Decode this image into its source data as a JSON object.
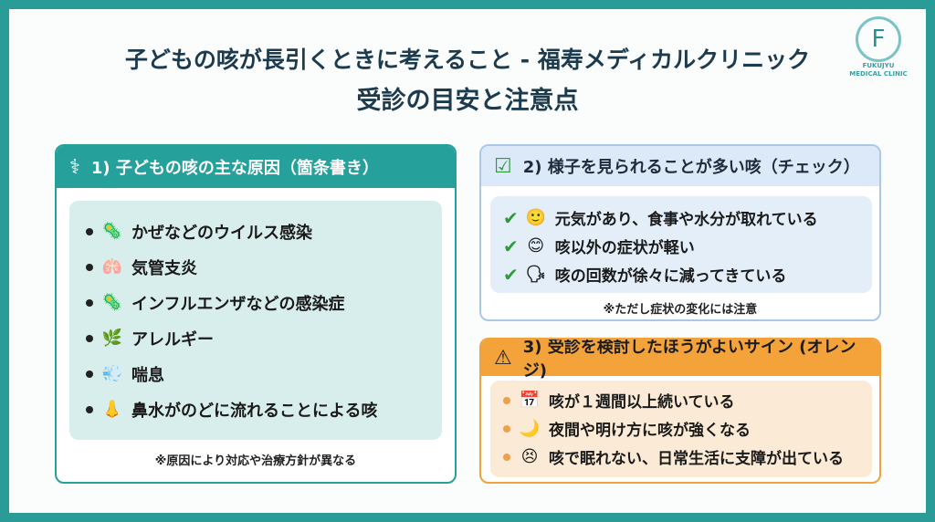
{
  "title": {
    "line1": "子どもの咳が長引くときに考えること - 福寿メディカルクリニック",
    "line2": "受診の目安と注意点"
  },
  "logo": {
    "text1": "FUKUJYU",
    "text2": "MEDICAL CLINIC",
    "mark": "F"
  },
  "panel1": {
    "heading": "1) 子どもの咳の主な原因（箇条書き）",
    "items": [
      {
        "icon": "virus-icon",
        "glyph": "🦠",
        "label": "かぜなどのウイルス感染"
      },
      {
        "icon": "lungs-icon",
        "glyph": "🫁",
        "label": "気管支炎"
      },
      {
        "icon": "flu-virus-icon",
        "glyph": "🦠",
        "label": "インフルエンザなどの感染症"
      },
      {
        "icon": "pollen-icon",
        "glyph": "🌿",
        "label": "アレルギー"
      },
      {
        "icon": "inhaler-icon",
        "glyph": "💨",
        "label": "喘息"
      },
      {
        "icon": "nose-throat-icon",
        "glyph": "👃",
        "label": "鼻水がのどに流れることによる咳"
      }
    ],
    "note": "※原因により対応や治療方針が異なる"
  },
  "panel2": {
    "heading": "2) 様子を見られることが多い咳（チェック）",
    "items": [
      {
        "glyph": "🙂",
        "label": "元気があり、食事や水分が取れている"
      },
      {
        "glyph": "😊",
        "label": "咳以外の症状が軽い"
      },
      {
        "glyph": "🗣",
        "label": "咳の回数が徐々に減ってきている"
      }
    ],
    "note": "※ただし症状の変化には注意"
  },
  "panel3": {
    "heading": "3) 受診を検討したほうがよいサイン (オレンジ)",
    "items": [
      {
        "icon": "calendar-icon",
        "glyph": "📅",
        "label": "咳が１週間以上続いている"
      },
      {
        "icon": "moon-icon",
        "glyph": "🌙",
        "label": "夜間や明け方に咳が強くなる"
      },
      {
        "icon": "sleepless-child-icon",
        "glyph": "😣",
        "label": "咳で眠れない、日常生活に支障が出ている"
      }
    ]
  },
  "colors": {
    "teal": "#26a09b",
    "blue": "#a9c8ea",
    "orange": "#f3a33a"
  }
}
